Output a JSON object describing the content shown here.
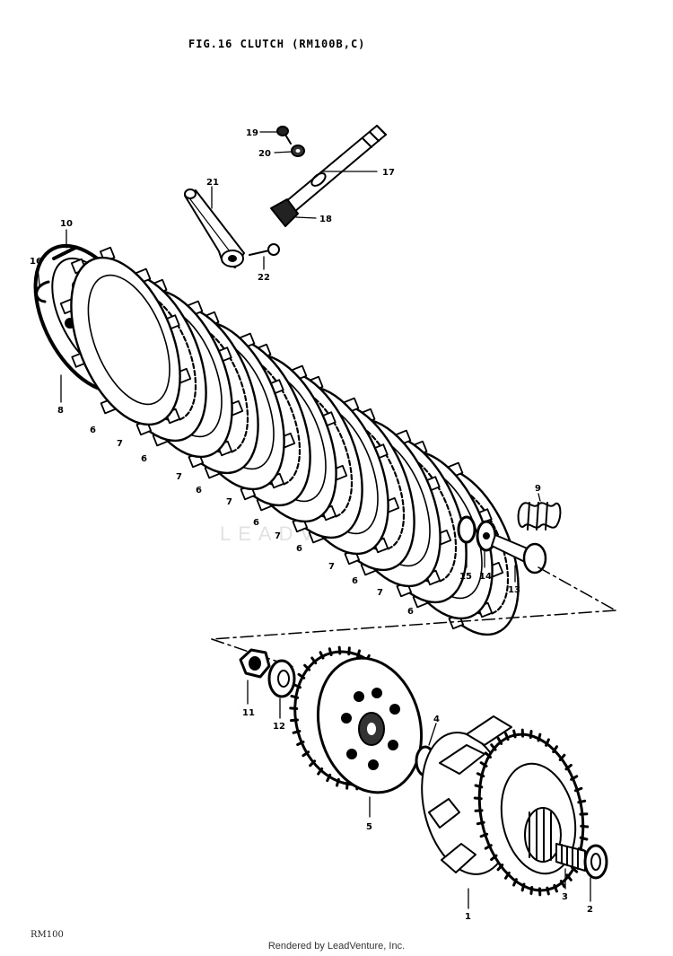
{
  "title": "FIG.16  CLUTCH (RM100B,C)",
  "footer_code": "RM100",
  "footer_text": "Rendered by LeadVenture, Inc.",
  "watermark": "LEADVENTURE",
  "callouts": {
    "c1": "1",
    "c2": "2",
    "c3": "3",
    "c4": "4",
    "c5": "5",
    "c6": "6",
    "c7": "7",
    "c8": "8",
    "c9": "9",
    "c10": "10",
    "c11": "11",
    "c12": "12",
    "c13": "13",
    "c14": "14",
    "c15": "15",
    "c16": "16",
    "c17": "17",
    "c18": "18",
    "c19": "19",
    "c20": "20",
    "c21": "21",
    "c22": "22"
  },
  "colors": {
    "ink": "#000000",
    "background": "#ffffff"
  }
}
